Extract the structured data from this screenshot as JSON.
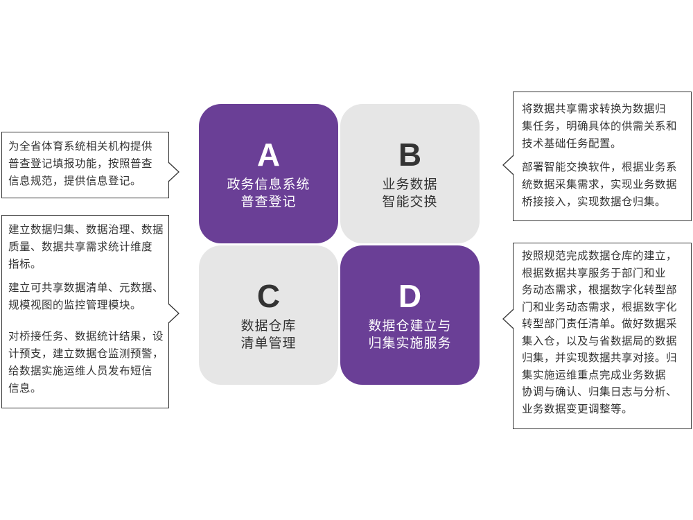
{
  "quadrants": [
    {
      "letter": "A",
      "title": [
        "政务信息系统",
        "普查登记"
      ]
    },
    {
      "letter": "B",
      "title": [
        "业务数据",
        "智能交换"
      ]
    },
    {
      "letter": "C",
      "title": [
        "数据仓库",
        "清单管理"
      ]
    },
    {
      "letter": "D",
      "title": [
        "数据仓建立与",
        "归集实施服务"
      ]
    }
  ],
  "callouts": {
    "a": [
      [
        "为全省体育系统相关机构提供",
        "普查登记填报功能，按照普查",
        "信息规范，提供信息登记。"
      ]
    ],
    "c": [
      [
        "建立数据归集、数据治理、数据",
        "质量、数据共享需求统计维度",
        "指标。"
      ],
      [
        "建立可共享数据清单、元数据、",
        "规模视图的监控管理模块。"
      ],
      [
        "对桥接任务、数据统计结果，设",
        "计预支，建立数据仓监测预警，",
        "给数据实施运维人员发布短信",
        "信息。"
      ]
    ],
    "b": [
      [
        "将数据共享需求转换为数据归",
        "集任务，明确具体的供需关系和",
        "技术基础任务配置。"
      ],
      [
        "部署智能交换软件，根据业务系",
        "统数据采集需求，实现业务数据",
        "桥接接入，实现数据仓归集。"
      ]
    ],
    "d": [
      [
        "按照规范完成数据仓库的建立，",
        "根据数据共享服务于部门和业",
        "务动态需求，根据数字化转型部",
        "门和业务动态需求，根据数字化",
        "转型部门责任清单。做好数据采",
        "集入仓，以及与省数据局的数据",
        "归集，并实现数据共享对接。归",
        "集实施运维重点完成业务数据",
        "协调与确认、归集日志与分析、",
        "业务数据变更调整等。"
      ]
    ]
  },
  "colors": {
    "purple": "#6a3f96",
    "gray": "#e6e6e6",
    "border": "#333333"
  }
}
